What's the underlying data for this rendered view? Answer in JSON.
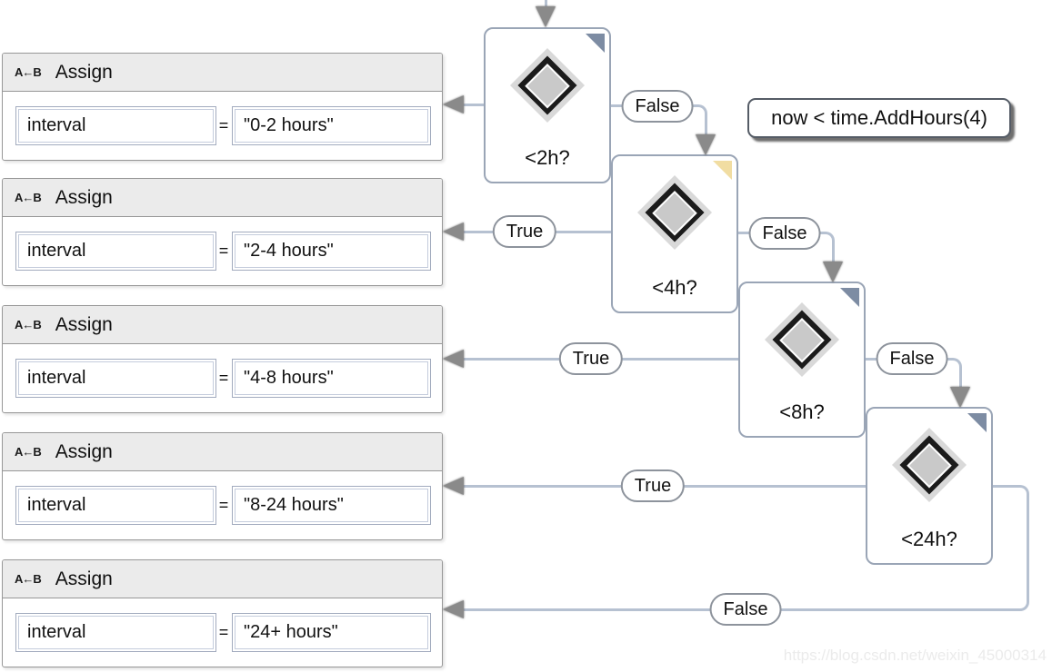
{
  "diagram": {
    "annotation": "now < time.AddHours(4)",
    "watermark": "https://blog.csdn.net/weixin_45000314",
    "edge_labels": {
      "true": "True",
      "false": "False"
    },
    "assign_blocks": [
      {
        "icon": "A←B",
        "title": "Assign",
        "to": "interval",
        "eq": "=",
        "value": "\"0-2 hours\""
      },
      {
        "icon": "A←B",
        "title": "Assign",
        "to": "interval",
        "eq": "=",
        "value": "\"2-4 hours\""
      },
      {
        "icon": "A←B",
        "title": "Assign",
        "to": "interval",
        "eq": "=",
        "value": "\"4-8 hours\""
      },
      {
        "icon": "A←B",
        "title": "Assign",
        "to": "interval",
        "eq": "=",
        "value": "\"8-24 hours\""
      },
      {
        "icon": "A←B",
        "title": "Assign",
        "to": "interval",
        "eq": "=",
        "value": "\"24+ hours\""
      }
    ],
    "decision_nodes": [
      {
        "label": "<2h?"
      },
      {
        "label": "<4h?"
      },
      {
        "label": "<8h?"
      },
      {
        "label": "<24h?"
      }
    ],
    "colors": {
      "connector": "#b6c1d1",
      "corner_flag_blue": "#7d8ca3",
      "corner_flag_yellow": "#f1dda2",
      "node_border": "#9aa5b6"
    }
  }
}
